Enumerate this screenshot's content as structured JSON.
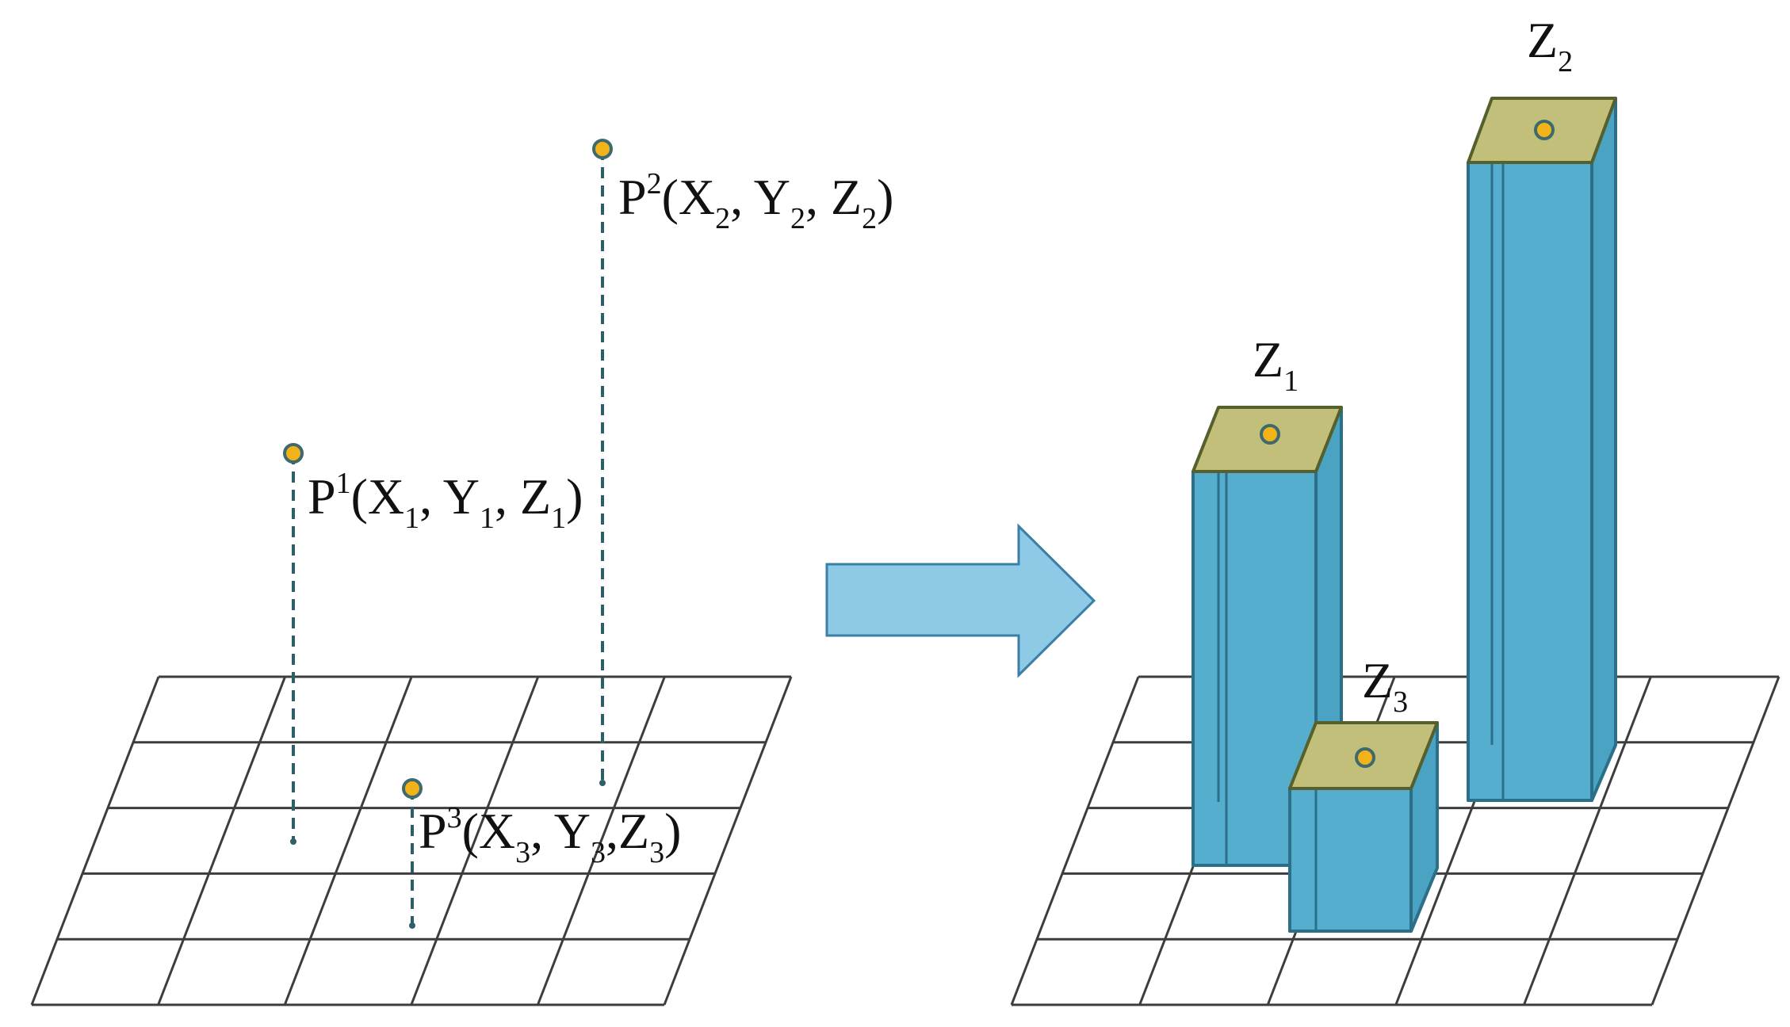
{
  "colors": {
    "background": "#ffffff",
    "grid_line": "#3d3d3d",
    "drop_line": "#2e5f66",
    "point_fill": "#f2b21a",
    "point_stroke": "#3c6a6e",
    "arrow_fill": "#8ec9e6",
    "arrow_stroke": "#3a7fa6",
    "column_front": "#55aecd",
    "column_side": "#4aa3c2",
    "column_base": "#93cfe0",
    "column_edge": "#2b6f89",
    "column_top": "#c1bf7a",
    "column_top_edge": "#55602c"
  },
  "left_panel": {
    "points": [
      {
        "id": "p1",
        "label": "P",
        "sup": "1",
        "parts": [
          [
            "(X",
            "1"
          ],
          [
            ", Y",
            "1"
          ],
          [
            ", Z",
            "1"
          ]
        ],
        "close": ")"
      },
      {
        "id": "p2",
        "label": "P",
        "sup": "2",
        "parts": [
          [
            "(X",
            "2"
          ],
          [
            ", Y",
            "2"
          ],
          [
            ", Z",
            "2"
          ]
        ],
        "close": ")"
      },
      {
        "id": "p3",
        "label": "P",
        "sup": "3",
        "parts": [
          [
            "(X",
            "3"
          ],
          [
            ", Y",
            "3"
          ],
          [
            ",Z",
            "3"
          ]
        ],
        "close": ")"
      }
    ]
  },
  "right_panel": {
    "columns": [
      {
        "id": "z1",
        "label": "Z",
        "sub": "1"
      },
      {
        "id": "z2",
        "label": "Z",
        "sub": "2"
      },
      {
        "id": "z3",
        "label": "Z",
        "sub": "3"
      }
    ]
  },
  "arrow": {
    "direction": "right",
    "icon": "right-arrow-icon"
  }
}
